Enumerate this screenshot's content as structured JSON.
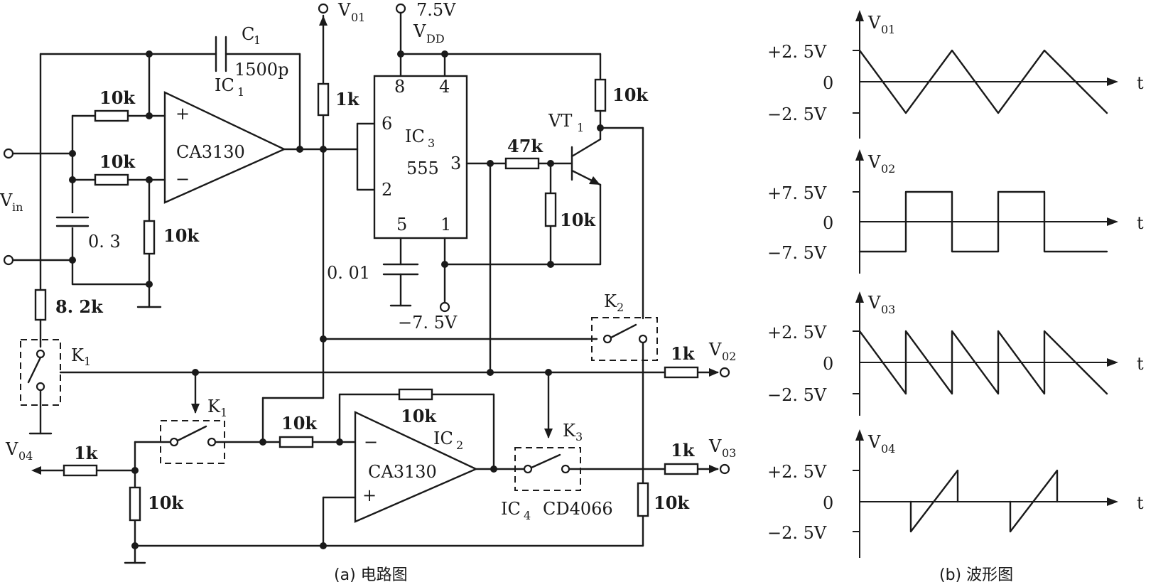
{
  "labels": {
    "v01_out": "V",
    "v01_out_sub": "01",
    "vdd_supply": "7.5V",
    "vdd_name": "V",
    "vdd_name_sub": "DD",
    "c1_name": "C",
    "c1_sub": "1",
    "c1_value": "1500p",
    "ic1_name": "IC",
    "ic1_sub": "1",
    "ic1_part": "CA3130",
    "r_in_plus": "10k",
    "r_in_minus": "10k",
    "r_bias": "10k",
    "plus": "+",
    "minus": "−",
    "vin": "V",
    "vin_sub": "in",
    "cap_in": "0. 3",
    "r_82k": "8. 2k",
    "r_1k_v01": "1k",
    "ic3_name": "IC",
    "ic3_sub": "3",
    "ic3_part": "555",
    "pin8": "8",
    "pin4": "4",
    "pin6": "6",
    "pin2": "2",
    "pin3": "3",
    "pin5": "5",
    "pin1": "1",
    "cap_001": "0. 01",
    "neg_supply": "−7. 5V",
    "r_47k": "47k",
    "r_base": "10k",
    "r_collector": "10k",
    "vt1_name": "VT",
    "vt1_sub": "1",
    "k1_a": "K",
    "k1_a_sub": "1",
    "k1_b": "K",
    "k1_b_sub": "1",
    "k2": "K",
    "k2_sub": "2",
    "k3": "K",
    "k3_sub": "3",
    "r_1k_v02": "1k",
    "v02": "V",
    "v02_sub": "02",
    "r_1k_v03": "1k",
    "v03": "V",
    "v03_sub": "03",
    "r_1k_v04": "1k",
    "v04": "V",
    "v04_sub": "04",
    "r_10k_v04": "10k",
    "r_ic2_fb": "10k",
    "r_ic2_in": "10k",
    "ic2_name": "IC",
    "ic2_sub": "2",
    "ic2_part": "CA3130",
    "ic4_name": "IC",
    "ic4_sub": "4",
    "ic4_part": "CD4066",
    "r_10k_v03": "10k"
  },
  "waveforms": {
    "v01": {
      "name": "V",
      "sub": "01",
      "pos": "+2. 5V",
      "zero": "0",
      "neg": "−2. 5V",
      "t": "t"
    },
    "v02": {
      "name": "V",
      "sub": "02",
      "pos": "+7. 5V",
      "zero": "0",
      "neg": "−7. 5V",
      "t": "t"
    },
    "v03": {
      "name": "V",
      "sub": "03",
      "pos": "+2. 5V",
      "zero": "0",
      "neg": "−2. 5V",
      "t": "t"
    },
    "v04": {
      "name": "V",
      "sub": "04",
      "pos": "+2. 5V",
      "zero": "0",
      "neg": "−2. 5V",
      "t": "t"
    }
  },
  "captions": {
    "a": "(a)  电路图",
    "b": "(b)  波形图"
  }
}
